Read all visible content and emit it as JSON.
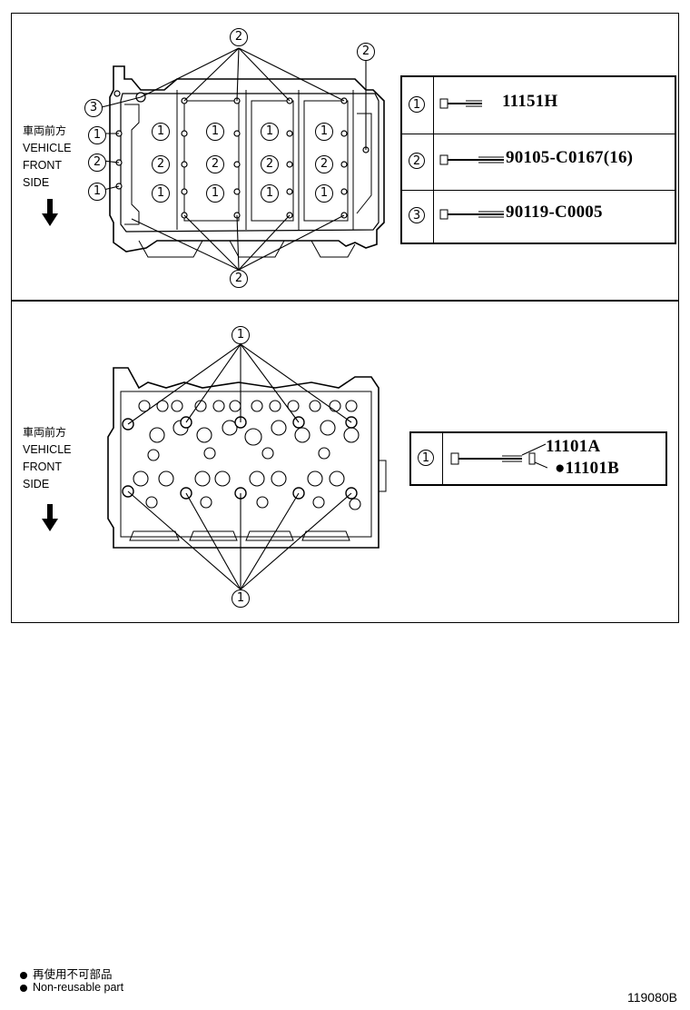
{
  "top_panel": {
    "side_label": {
      "jp": "車両前方",
      "line1": "VEHICLE",
      "line2": "FRONT",
      "line3": "SIDE"
    },
    "callouts": {
      "one": "1",
      "two": "2",
      "three": "3"
    },
    "parts": [
      {
        "index": "1",
        "part_no": "11151H"
      },
      {
        "index": "2",
        "part_no": "90105-C0167(16)"
      },
      {
        "index": "3",
        "part_no": "90119-C0005"
      }
    ]
  },
  "bottom_panel": {
    "side_label": {
      "jp": "車両前方",
      "line1": "VEHICLE",
      "line2": "FRONT",
      "line3": "SIDE"
    },
    "callouts": {
      "one": "1"
    },
    "parts": [
      {
        "index": "1",
        "part_no": "11101A",
        "part_no_nonreusable": "●11101B"
      }
    ]
  },
  "footer": {
    "jp_note": "再使用不可部品",
    "en_note": "Non-reusable part"
  },
  "figure_number": "119080B"
}
